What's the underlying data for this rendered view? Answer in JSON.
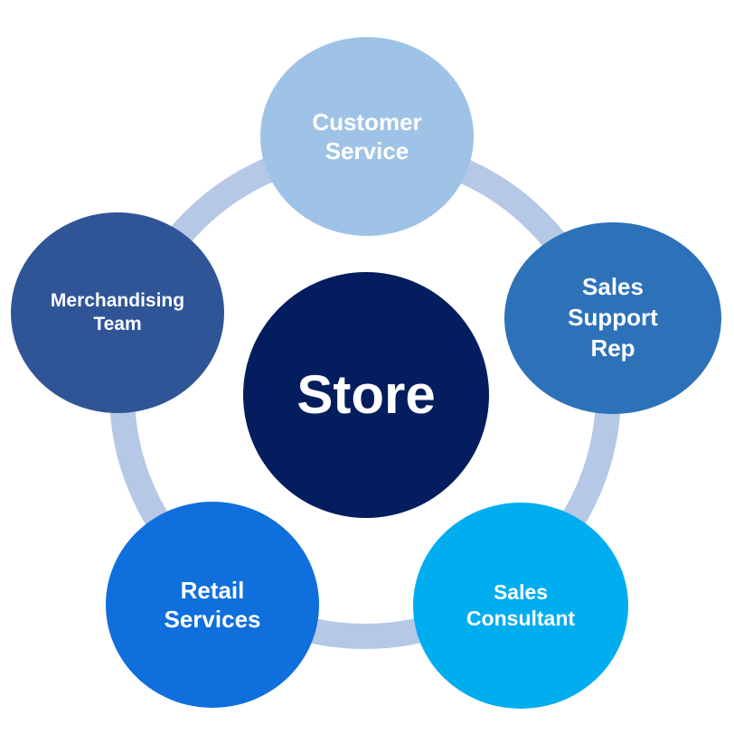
{
  "diagram": {
    "center": {
      "label": "Store",
      "color": "#041d5e"
    },
    "nodes": [
      {
        "id": "customer-service",
        "lines": [
          "Customer",
          "Service"
        ],
        "color": "#9fc3e6"
      },
      {
        "id": "sales-support-rep",
        "lines": [
          "Sales",
          "Support",
          "Rep"
        ],
        "color": "#2d72b8"
      },
      {
        "id": "sales-consultant",
        "lines": [
          "Sales",
          "Consultant"
        ],
        "color": "#00adef"
      },
      {
        "id": "retail-services",
        "lines": [
          "Retail",
          "Services"
        ],
        "color": "#0f6fdc"
      },
      {
        "id": "merchandising-team",
        "lines": [
          "Merchandising",
          "Team"
        ],
        "color": "#2f5597"
      }
    ],
    "ring_color": "#b5c8e6"
  }
}
